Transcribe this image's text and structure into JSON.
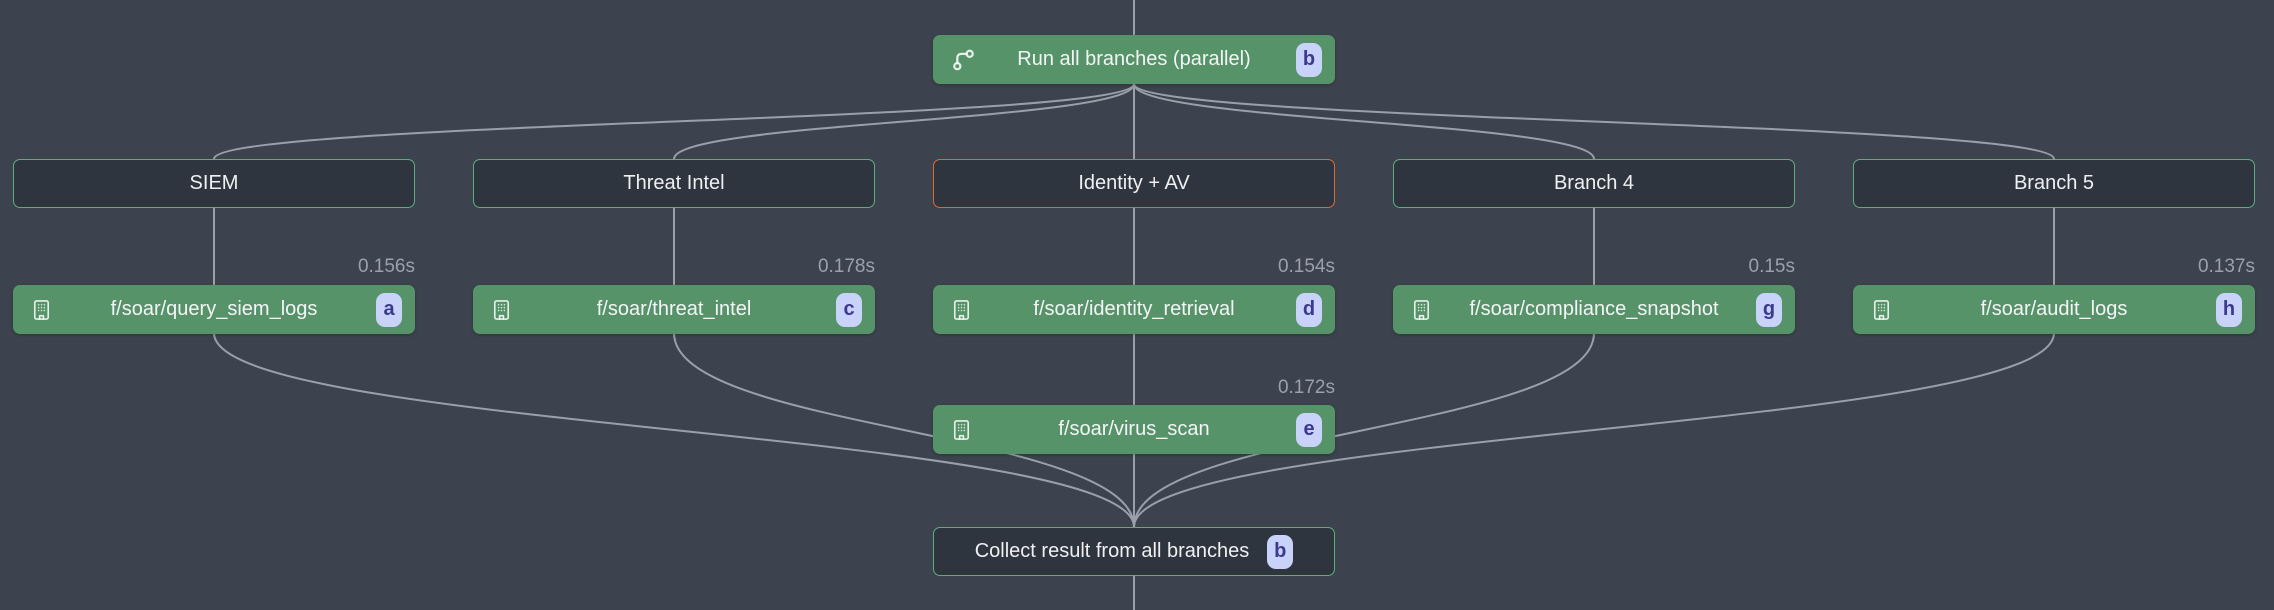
{
  "colors": {
    "background": "#3d434e",
    "edge": "#9aa0aa",
    "step_node_green": "#569368",
    "header_bg": "#2f353e",
    "header_border_green": "#5fae7d",
    "highlighted_header_border_orange": "#dd6b2f",
    "badge_bg": "#c9d2f8",
    "badge_text": "#3c3a8f",
    "timing_text": "#9ba1ac"
  },
  "root_node": {
    "label": "Run all branches (parallel)",
    "badge": "b",
    "icon": "git-branch-icon"
  },
  "branches": [
    {
      "header": {
        "label": "SIEM",
        "highlighted": false
      },
      "steps": [
        {
          "label": "f/soar/query_siem_logs",
          "badge": "a",
          "duration": "0.156s",
          "icon": "building-icon"
        }
      ]
    },
    {
      "header": {
        "label": "Threat Intel",
        "highlighted": false
      },
      "steps": [
        {
          "label": "f/soar/threat_intel",
          "badge": "c",
          "duration": "0.178s",
          "icon": "building-icon"
        }
      ]
    },
    {
      "header": {
        "label": "Identity + AV",
        "highlighted": true
      },
      "steps": [
        {
          "label": "f/soar/identity_retrieval",
          "badge": "d",
          "duration": "0.154s",
          "icon": "building-icon"
        },
        {
          "label": "f/soar/virus_scan",
          "badge": "e",
          "duration": "0.172s",
          "icon": "building-icon"
        }
      ]
    },
    {
      "header": {
        "label": "Branch 4",
        "highlighted": false
      },
      "steps": [
        {
          "label": "f/soar/compliance_snapshot",
          "badge": "g",
          "duration": "0.15s",
          "icon": "building-icon"
        }
      ]
    },
    {
      "header": {
        "label": "Branch 5",
        "highlighted": false
      },
      "steps": [
        {
          "label": "f/soar/audit_logs",
          "badge": "h",
          "duration": "0.137s",
          "icon": "building-icon"
        }
      ]
    }
  ],
  "collect_node": {
    "label": "Collect result from all branches",
    "badge": "b"
  }
}
